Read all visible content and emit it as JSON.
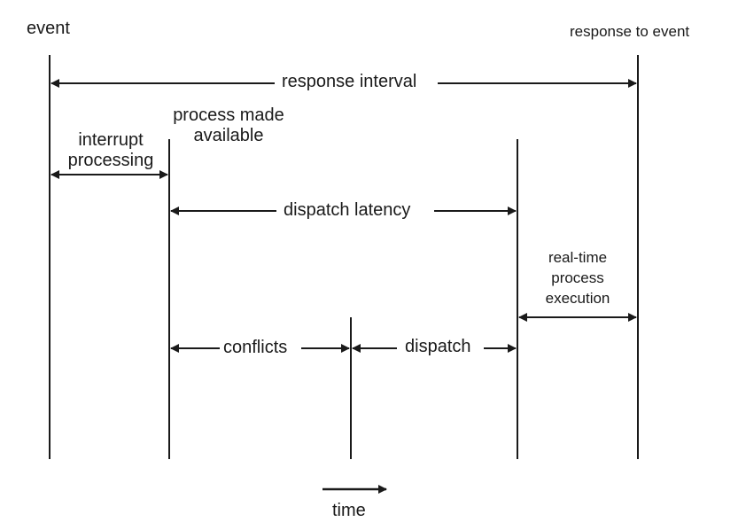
{
  "labels": {
    "event": "event",
    "response_to_event": "response to event",
    "response_interval": "response interval",
    "process_made_available_line1": "process made",
    "process_made_available_line2": "available",
    "interrupt_processing_line1": "interrupt",
    "interrupt_processing_line2": "processing",
    "dispatch_latency": "dispatch latency",
    "realtime_line1": "real-time",
    "realtime_line2": "process",
    "realtime_line3": "execution",
    "conflicts": "conflicts",
    "dispatch": "dispatch",
    "time": "time"
  },
  "colors": {
    "line": "#1a1a1a",
    "text": "#1a1a1a",
    "background": "#ffffff"
  }
}
